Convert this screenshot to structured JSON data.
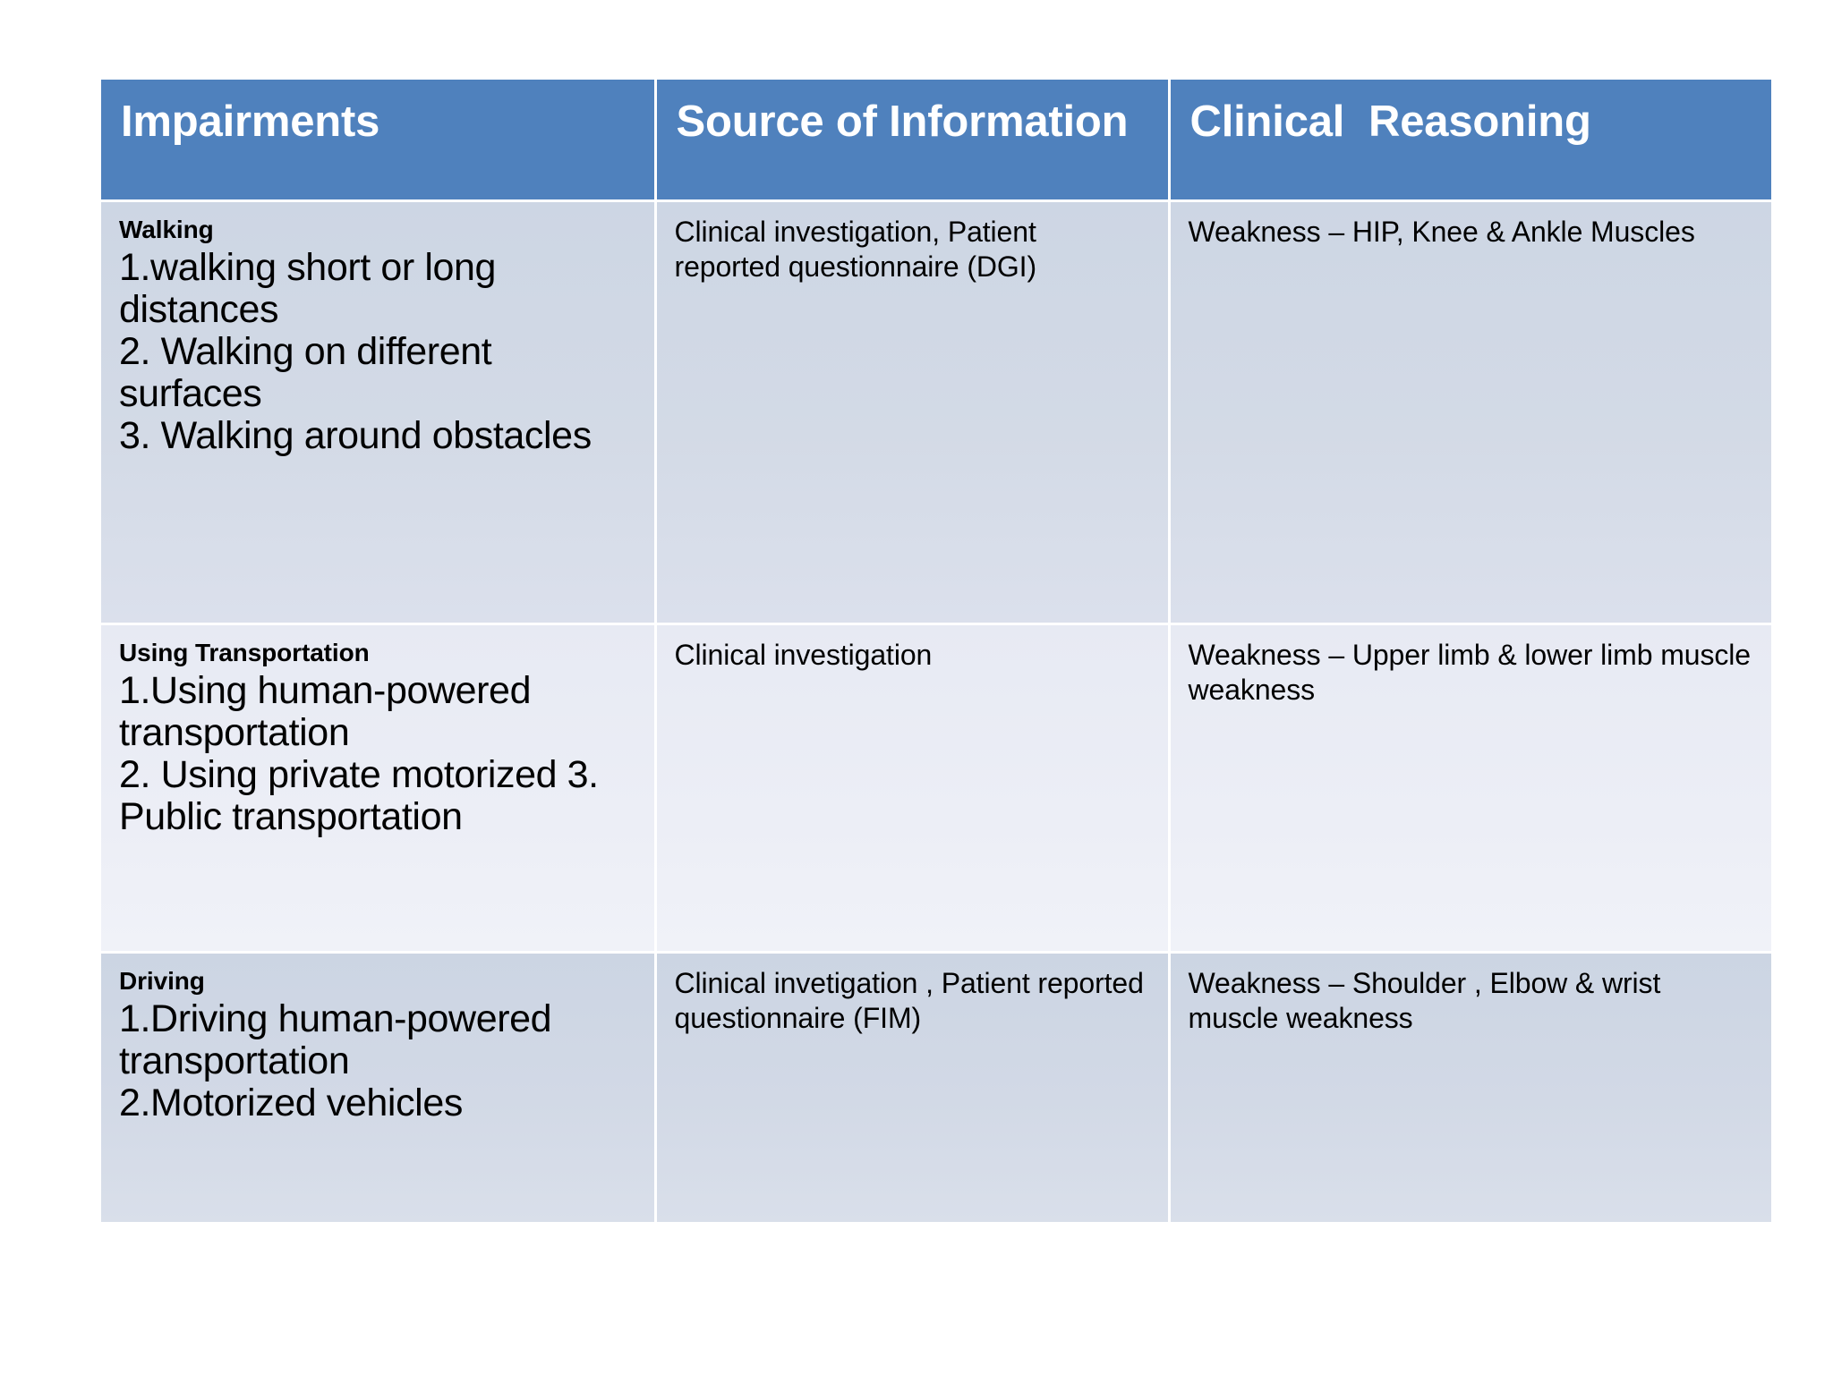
{
  "table": {
    "headers": [
      "Impairments",
      "Source of Information",
      "Clinical  Reasoning"
    ],
    "rows": [
      {
        "impairment_title": "Walking",
        "impairment_items": "1.walking short or long distances\n2. Walking on different surfaces\n3. Walking around obstacles",
        "source": "Clinical investigation, Patient reported questionnaire (DGI)",
        "reasoning": "Weakness – HIP, Knee & Ankle Muscles"
      },
      {
        "impairment_title": "Using Transportation",
        "impairment_items": "1.Using human-powered transportation\n2. Using private motorized 3. Public transportation",
        "source": "Clinical investigation",
        "reasoning": "Weakness – Upper limb & lower limb muscle weakness"
      },
      {
        "impairment_title": "Driving",
        "impairment_items": "1.Driving human-powered transportation\n2.Motorized vehicles",
        "source": "Clinical invetigation , Patient reported questionnaire (FIM)",
        "reasoning": "Weakness – Shoulder , Elbow & wrist muscle weakness"
      }
    ]
  },
  "colors": {
    "header_fill": "#4f81bd",
    "header_text": "#ffffff",
    "row_dark": "#ced6e4",
    "row_light": "#e9ecf4",
    "page_background": "#ffffff",
    "body_text": "#000000"
  }
}
